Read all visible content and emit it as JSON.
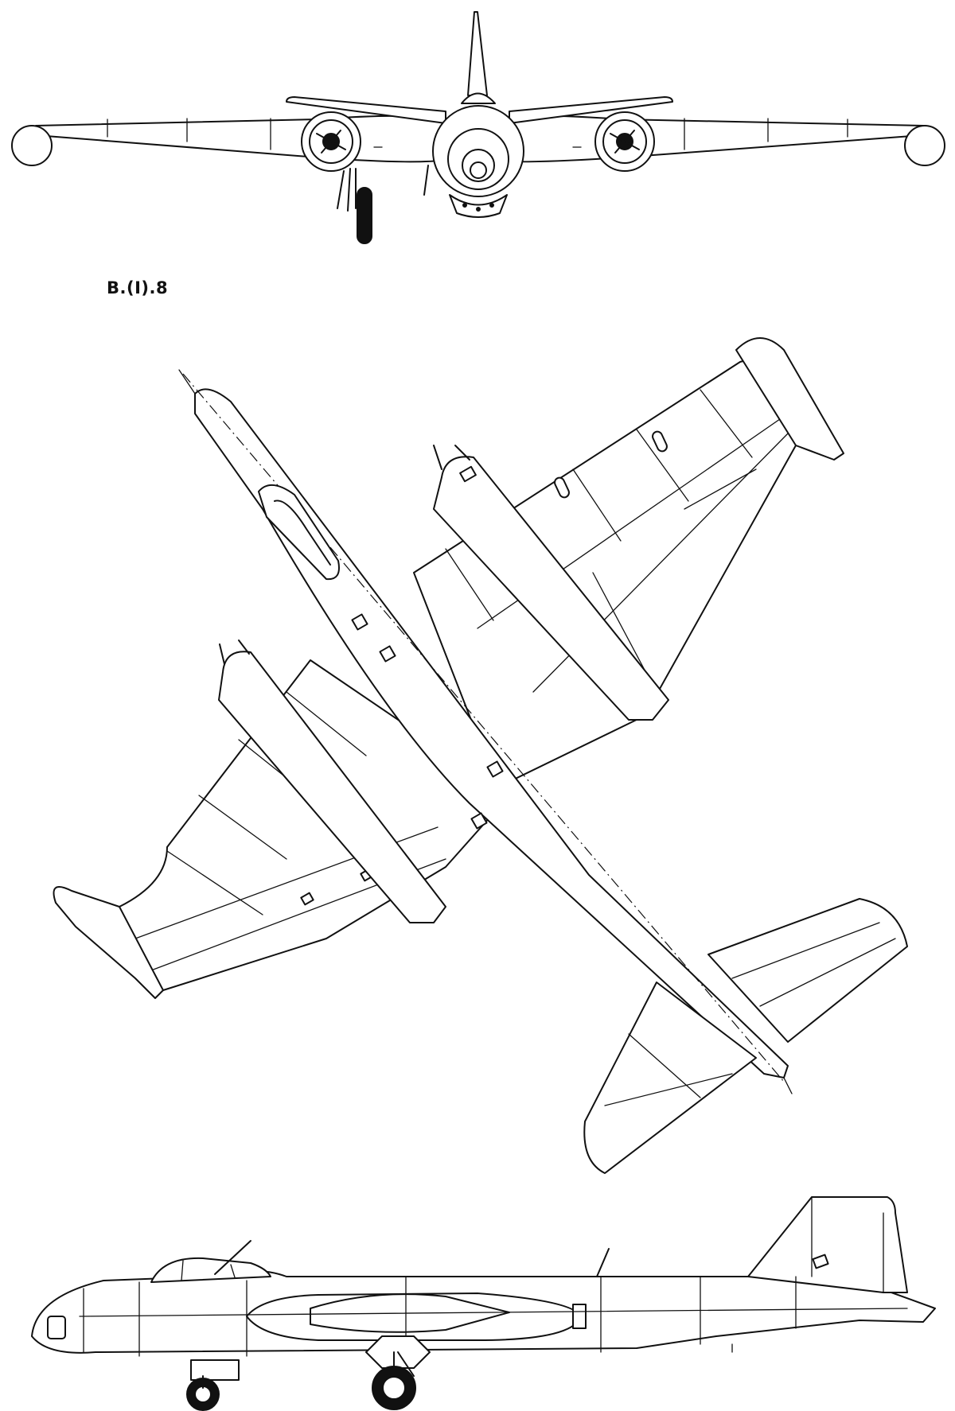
{
  "drawing": {
    "variant_label": "B.(I).8",
    "views": [
      "front-view",
      "plan-view",
      "side-view"
    ]
  },
  "colors": {
    "line": "#111111",
    "background": "#ffffff"
  }
}
